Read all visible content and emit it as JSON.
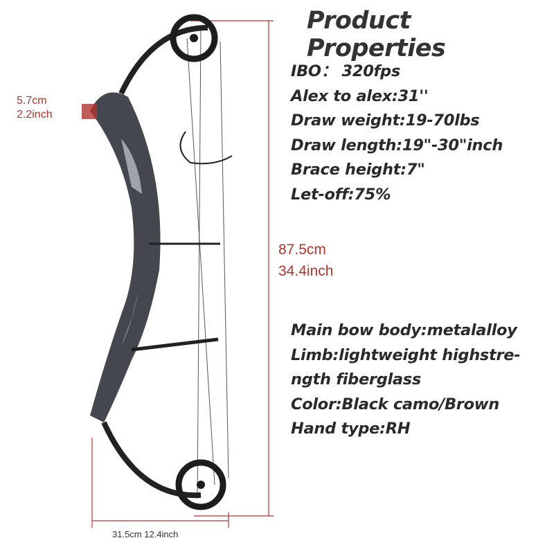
{
  "title": "Product Properties",
  "specs_top": [
    "IBO：  320fps",
    "Alex to alex:31''",
    "Draw weight:19-70lbs",
    "Draw length:19\"-30\"inch",
    "Brace height:7\"",
    "Let-off:75%"
  ],
  "specs_bottom": [
    "Main bow body:metalalloy",
    "Limb:lightweight highstre-",
    "ngth fiberglass",
    "Color:Black camo/Brown",
    "Hand type:RH"
  ],
  "dimensions": {
    "grip_cm": "5.7cm",
    "grip_inch": "2.2inch",
    "height_cm": "87.5cm",
    "height_inch": "34.4inch",
    "width_label": "31.5cm 12.4inch"
  },
  "colors": {
    "dimension_red": "#b1352d",
    "text": "#2a2a2a",
    "bow": "#3a3d42"
  }
}
